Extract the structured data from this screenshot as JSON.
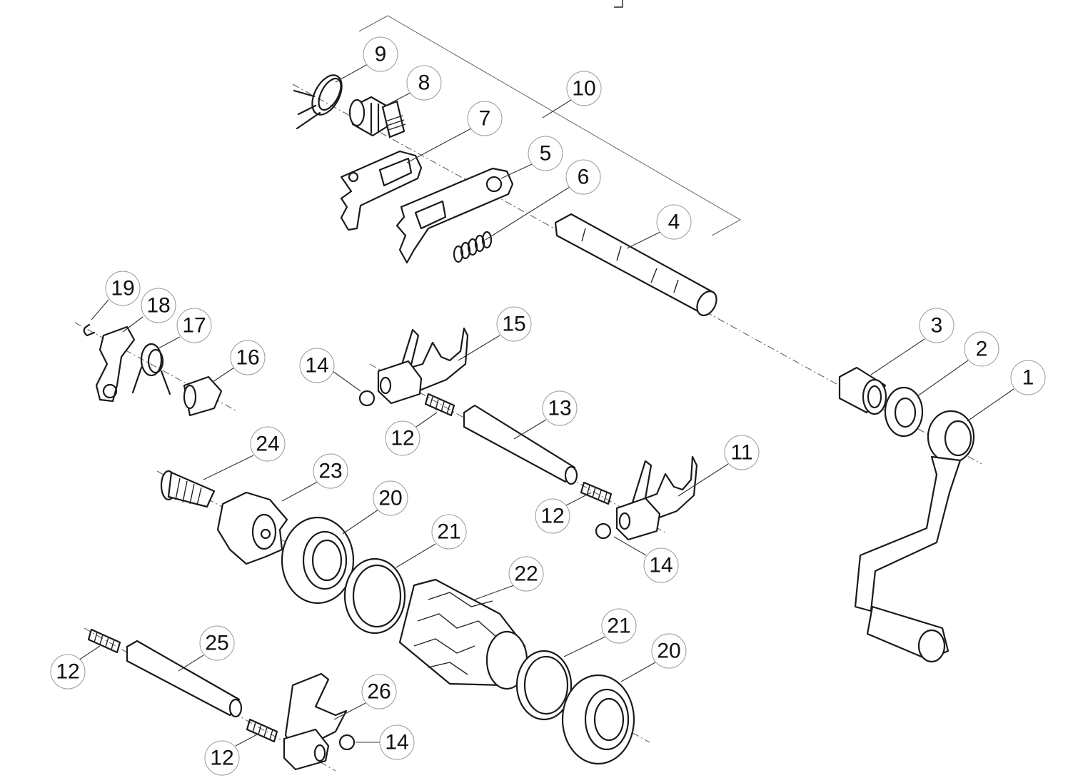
{
  "diagram": {
    "callouts": [
      {
        "id": "c1",
        "label": "1"
      },
      {
        "id": "c2",
        "label": "2"
      },
      {
        "id": "c3",
        "label": "3"
      },
      {
        "id": "c4",
        "label": "4"
      },
      {
        "id": "c5",
        "label": "5"
      },
      {
        "id": "c6",
        "label": "6"
      },
      {
        "id": "c7",
        "label": "7"
      },
      {
        "id": "c8",
        "label": "8"
      },
      {
        "id": "c9",
        "label": "9"
      },
      {
        "id": "c10",
        "label": "10"
      },
      {
        "id": "c11",
        "label": "11"
      },
      {
        "id": "c12a",
        "label": "12"
      },
      {
        "id": "c12b",
        "label": "12"
      },
      {
        "id": "c12c",
        "label": "12"
      },
      {
        "id": "c12d",
        "label": "12"
      },
      {
        "id": "c13",
        "label": "13"
      },
      {
        "id": "c14a",
        "label": "14"
      },
      {
        "id": "c14b",
        "label": "14"
      },
      {
        "id": "c14c",
        "label": "14"
      },
      {
        "id": "c15",
        "label": "15"
      },
      {
        "id": "c16",
        "label": "16"
      },
      {
        "id": "c17",
        "label": "17"
      },
      {
        "id": "c18",
        "label": "18"
      },
      {
        "id": "c19",
        "label": "19"
      },
      {
        "id": "c20a",
        "label": "20"
      },
      {
        "id": "c20b",
        "label": "20"
      },
      {
        "id": "c21a",
        "label": "21"
      },
      {
        "id": "c21b",
        "label": "21"
      },
      {
        "id": "c22",
        "label": "22"
      },
      {
        "id": "c23",
        "label": "23"
      },
      {
        "id": "c24",
        "label": "24"
      },
      {
        "id": "c25",
        "label": "25"
      },
      {
        "id": "c26",
        "label": "26"
      }
    ]
  }
}
